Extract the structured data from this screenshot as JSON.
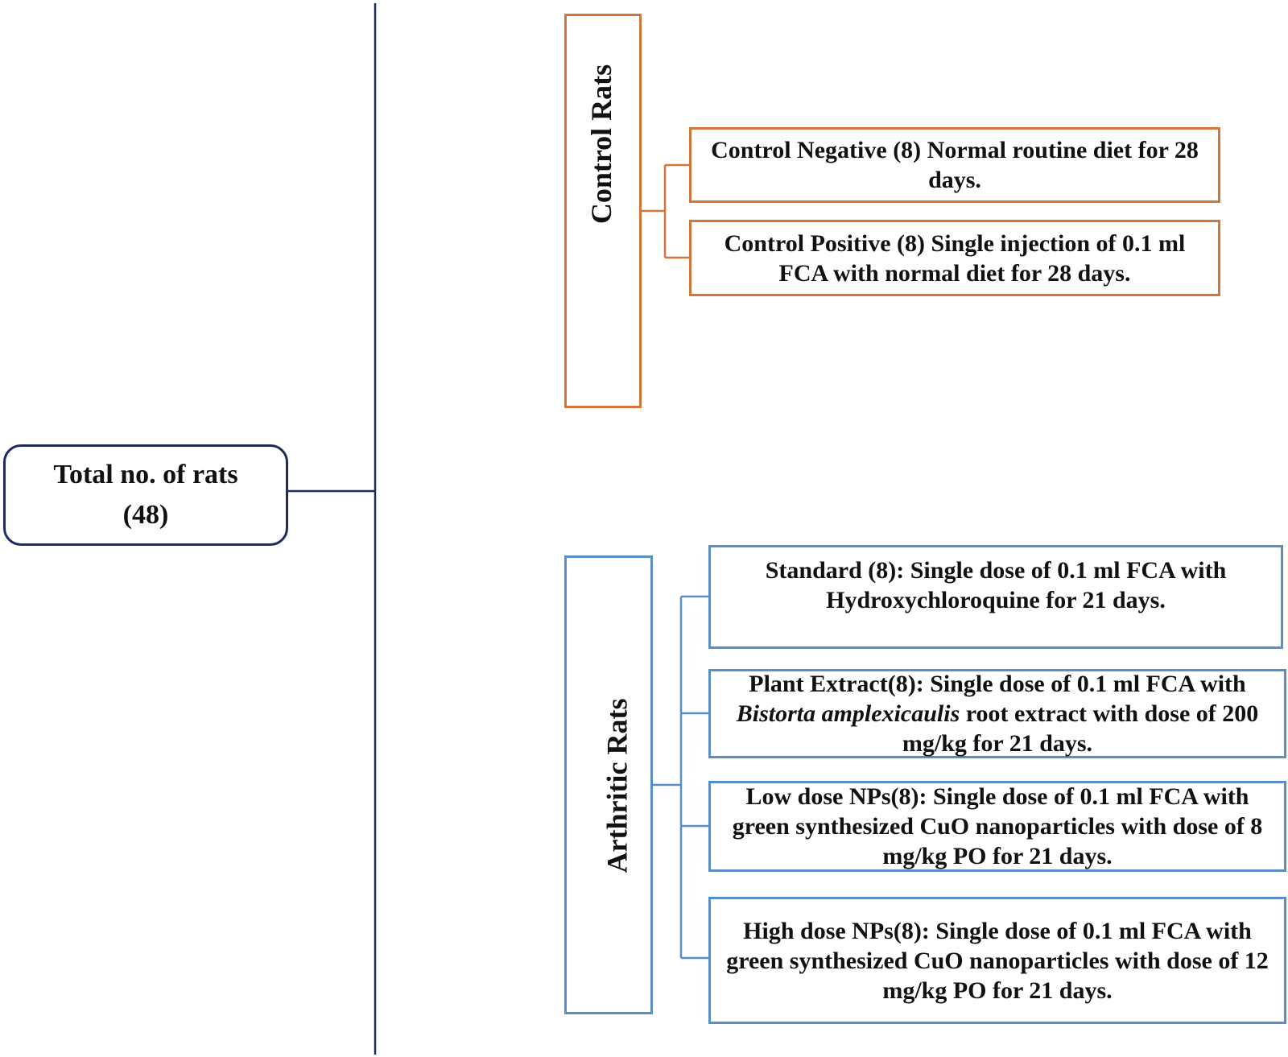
{
  "root": {
    "line1": "Total no. of rats",
    "line2": "(48)"
  },
  "groups": {
    "control": {
      "label": "Control Rats",
      "items": [
        {
          "text": "Control Negative (8) Normal routine diet for 28 days."
        },
        {
          "text": "Control Positive (8) Single injection of 0.1 ml FCA with normal diet for 28 days."
        }
      ]
    },
    "arthritic": {
      "label": "Arthritic Rats",
      "items": [
        {
          "text": "Standard (8): Single dose of 0.1 ml FCA with Hydroxychloroquine for 21 days."
        },
        {
          "before": "Plant Extract(8): Single dose of 0.1 ml FCA with ",
          "italic": "Bistorta amplexicaulis",
          "after": " root extract with dose of 200 mg/kg for 21 days."
        },
        {
          "text": "Low dose NPs(8): Single dose of 0.1 ml FCA with green synthesized CuO nanoparticles with dose of 8 mg/kg PO for 21 days."
        },
        {
          "text": "High dose NPs(8): Single dose of 0.1 ml FCA with green synthesized CuO nanoparticles with dose of 12 mg/kg PO for 21 days."
        }
      ]
    }
  },
  "colors": {
    "root": "#1e2a5e",
    "control": "#d2763a",
    "arthritic": "#5a8fc6"
  }
}
